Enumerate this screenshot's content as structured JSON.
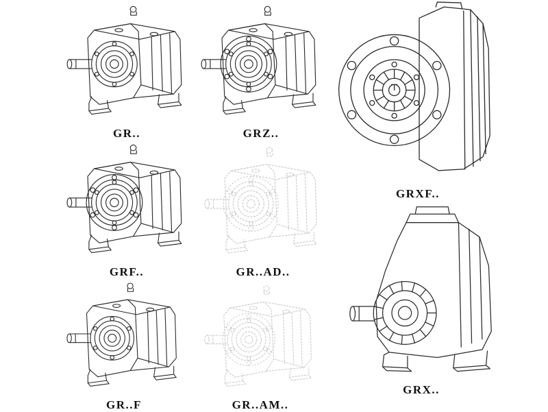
{
  "catalog": {
    "background": "#ffffff",
    "line_color": "#2a2a2a",
    "faded_line_color": "#c9c9c9",
    "label_color": "#111111",
    "items": [
      {
        "id": "gr",
        "label": "GR.."
      },
      {
        "id": "grz",
        "label": "GRZ.."
      },
      {
        "id": "grxf",
        "label": "GRXF.."
      },
      {
        "id": "grf",
        "label": "GRF.."
      },
      {
        "id": "gr-ad",
        "label": "GR..AD.."
      },
      {
        "id": "grx",
        "label": "GRX.."
      },
      {
        "id": "gr-f",
        "label": "GR..F"
      },
      {
        "id": "gr-am",
        "label": "GR..AM.."
      }
    ]
  }
}
